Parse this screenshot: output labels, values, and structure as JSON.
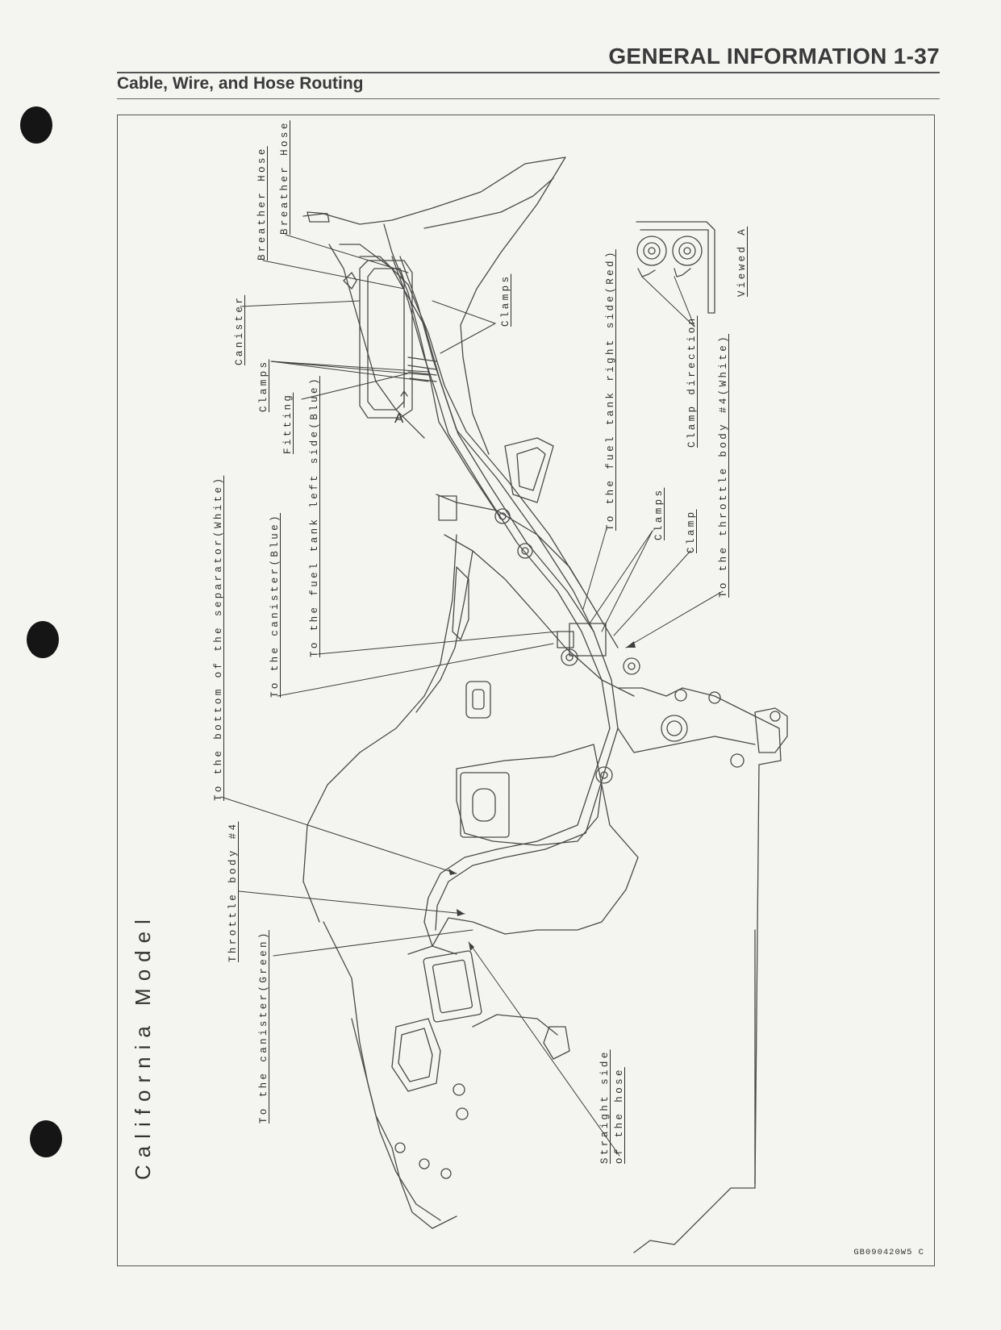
{
  "header": {
    "section_title": "GENERAL INFORMATION 1-37",
    "subsection_title": "Cable, Wire, and Hose Routing"
  },
  "diagram": {
    "model_title": "California Model",
    "part_code": "GB090420W5 C",
    "labels": {
      "breather_hose_1": "Breather Hose",
      "breather_hose_2": "Breather Hose",
      "canister": "Canister",
      "clamps_top": "Clamps",
      "fitting": "Fitting",
      "clamps_right_top": "Clamps",
      "viewed_a": "Viewed A",
      "clamp_direction": "Clamp direction",
      "fuel_tank_right": "To the fuel tank right side(Red)",
      "throttle_body_white": "To the throttle body #4(White)",
      "clamps_mid": "Clamps",
      "clamp_mid": "Clamp",
      "fuel_tank_left": "To the fuel tank left side(Blue)",
      "canister_blue": "To the canister(Blue)",
      "separator_white": "To the bottom of the separator(White)",
      "throttle_body_4": "Throttle body #4",
      "canister_green": "To the canister(Green)",
      "straight_side_line1": "Straight side",
      "straight_side_line2": "of the hose",
      "view_marker": "A"
    }
  }
}
